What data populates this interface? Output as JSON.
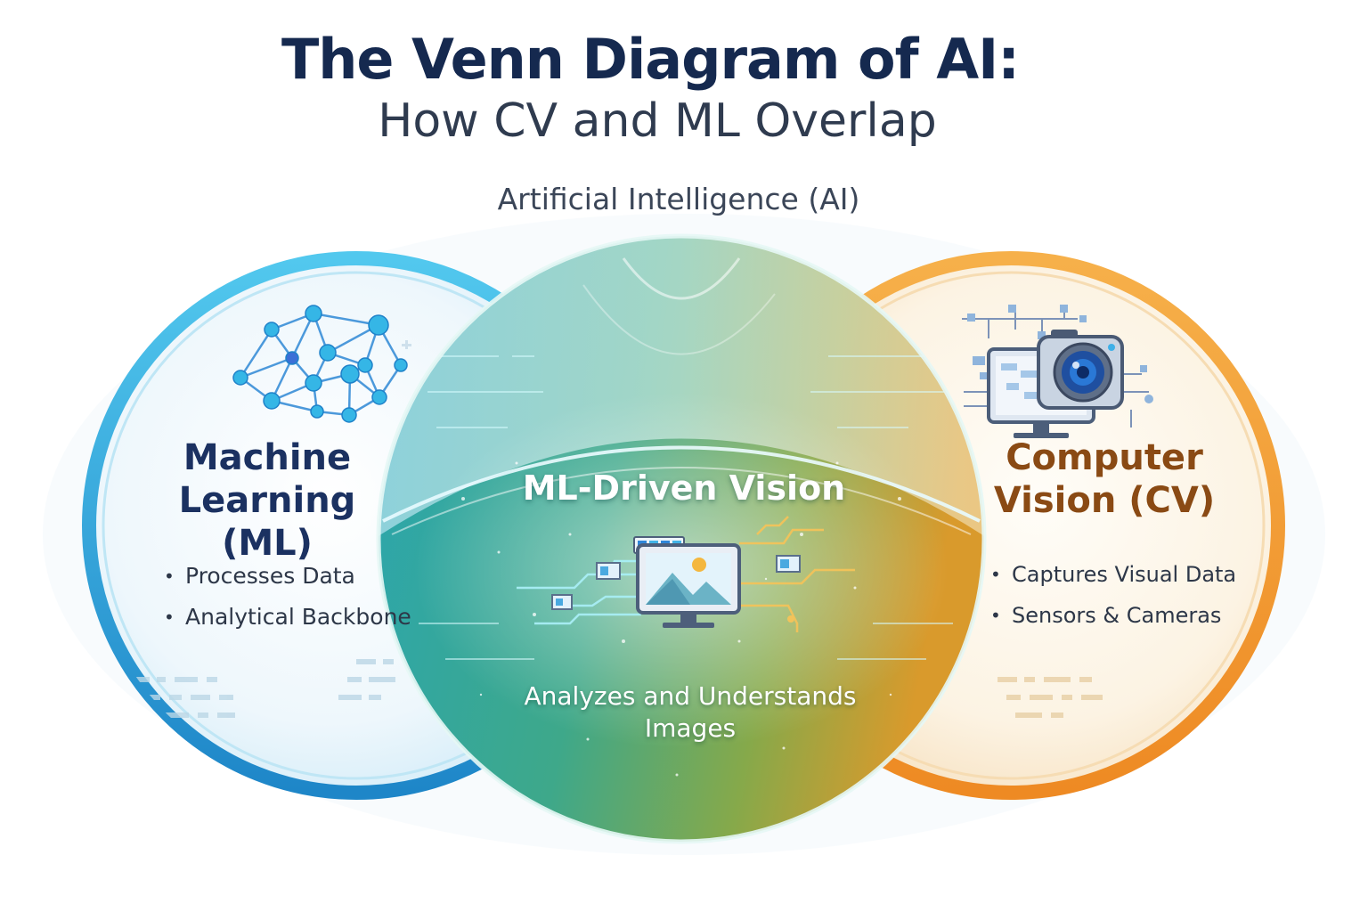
{
  "header": {
    "title": "The Venn Diagram of AI:",
    "subtitle": "How CV and ML Overlap"
  },
  "outer_label": "Artificial Intelligence (AI)",
  "sets": {
    "ml": {
      "title": "Machine Learning (ML)",
      "bullets": [
        "Processes Data",
        "Analytical Backbone"
      ],
      "icon": "neural-network-icon",
      "color": "#1aa0d8"
    },
    "cv": {
      "title": "Computer Vision (CV)",
      "bullets": [
        "Captures Visual Data",
        "Sensors & Cameras"
      ],
      "icon": "camera-monitor-icon",
      "color": "#f0922a"
    },
    "overlap": {
      "title": "ML-Driven Vision",
      "description": "Analyzes and Understands Images",
      "icon": "image-monitor-icon",
      "color": "#2fa59a"
    }
  }
}
